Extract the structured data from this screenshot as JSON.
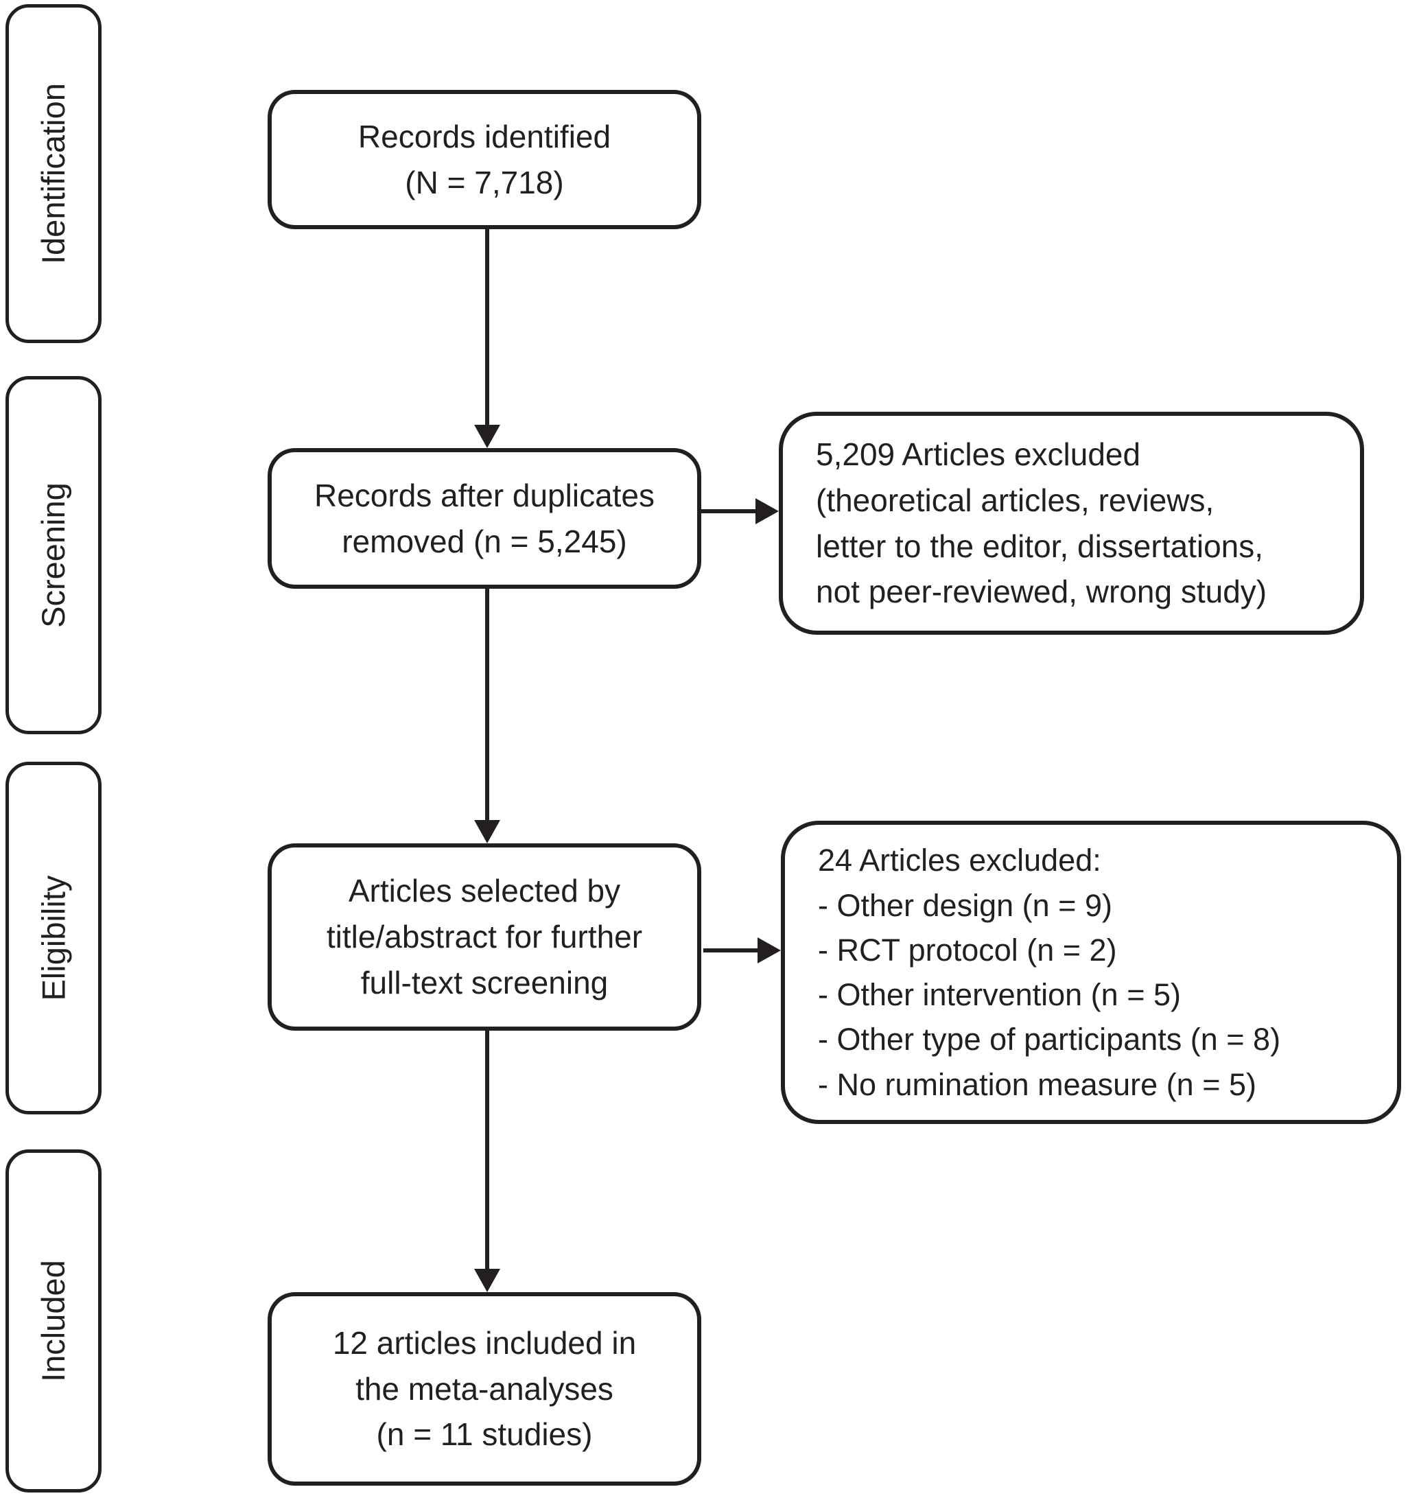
{
  "diagram": {
    "colors": {
      "line": "#231f20",
      "background": "#ffffff"
    },
    "stages": [
      {
        "label": "Identification"
      },
      {
        "label": "Screening"
      },
      {
        "label": "Eligibility"
      },
      {
        "label": "Included"
      }
    ],
    "flow_boxes": [
      {
        "id": "records-identified",
        "text": "Records identified\n(N = 7,718)"
      },
      {
        "id": "records-after-duplicates",
        "text": "Records after duplicates\nremoved (n = 5,245)"
      },
      {
        "id": "articles-selected",
        "text": "Articles selected by\ntitle/abstract for further\nfull-text screening"
      },
      {
        "id": "articles-included",
        "text": "12 articles included in\nthe meta-analyses\n(n = 11 studies)"
      }
    ],
    "exclusion_boxes": [
      {
        "id": "screening-exclusions",
        "text": "5,209 Articles excluded\n(theoretical articles, reviews,\nletter to the editor, dissertations,\nnot peer-reviewed, wrong study)"
      },
      {
        "id": "eligibility-exclusions",
        "text": "24 Articles excluded:\n- Other design (n = 9)\n- RCT protocol (n = 2)\n- Other intervention (n = 5)\n- Other type of participants (n = 8)\n- No rumination measure (n = 5)"
      }
    ]
  }
}
